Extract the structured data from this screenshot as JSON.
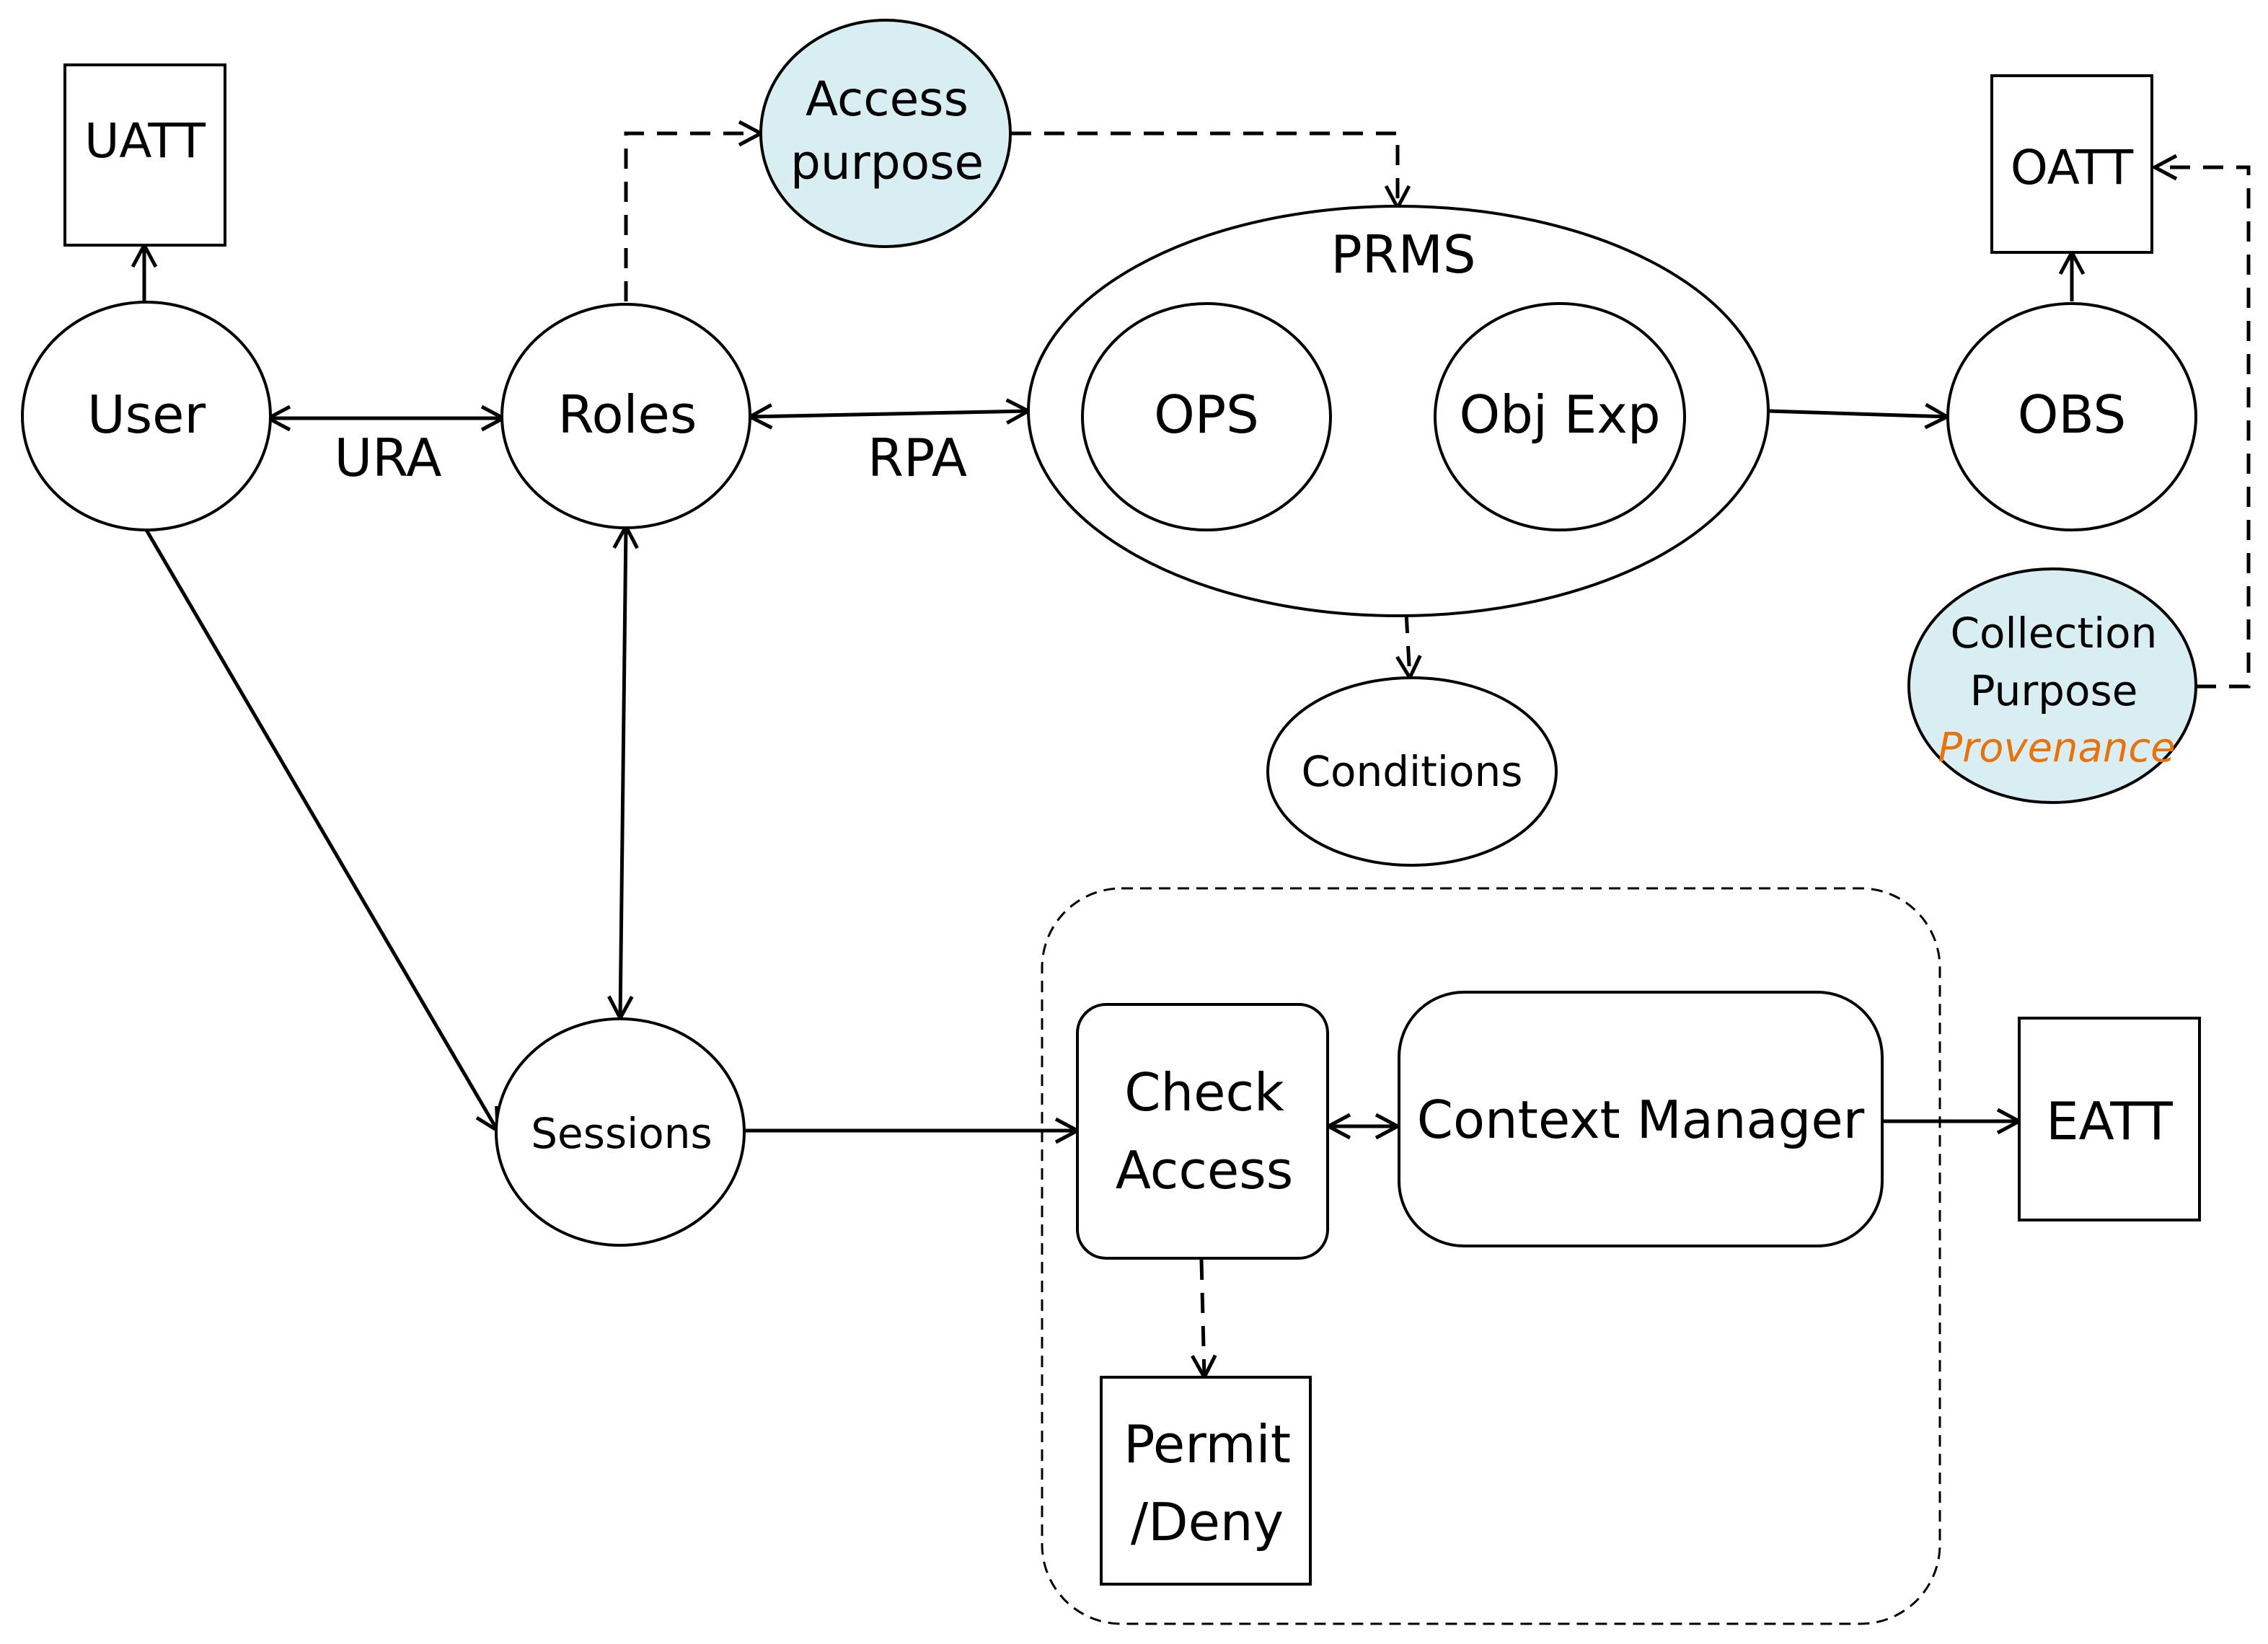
{
  "nodes": {
    "uatt": "UATT",
    "user": "User",
    "roles": "Roles",
    "access_purpose": [
      "Access",
      "purpose"
    ],
    "prms": "PRMS",
    "ops": "OPS",
    "obj_exp": "Obj Exp",
    "obs": "OBS",
    "oatt": "OATT",
    "collection_purpose": [
      "Collection",
      "Purpose"
    ],
    "provenance": "Provenance",
    "conditions": "Conditions",
    "sessions": "Sessions",
    "check_access": [
      "Check",
      "Access"
    ],
    "context_manager": "Context Manager",
    "eatt": "EATT",
    "permit_deny": [
      "Permit",
      "/Deny"
    ]
  },
  "edge_labels": {
    "ura": "URA",
    "rpa": "RPA"
  },
  "colors": {
    "purpose_fill": "#d8eef2",
    "provenance_text": "#e8730c"
  }
}
